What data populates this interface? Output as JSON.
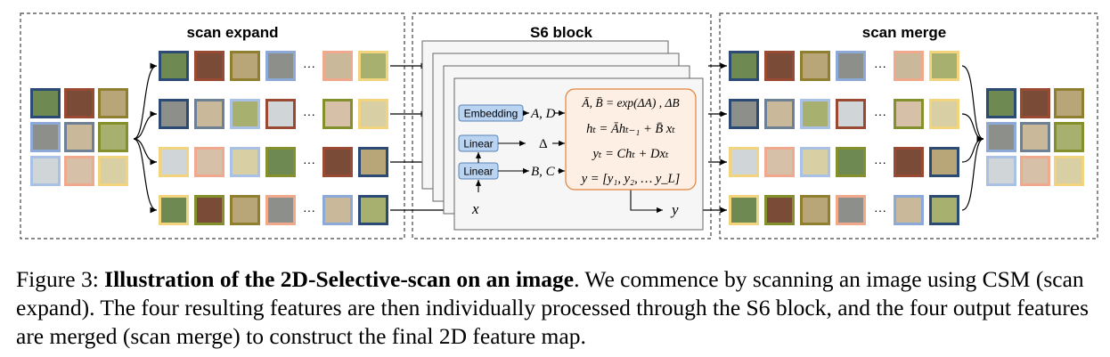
{
  "panels": {
    "scan_expand": "scan expand",
    "s6_block": "S6 block",
    "scan_merge": "scan merge"
  },
  "s6": {
    "embedding": "Embedding",
    "linear1": "Linear",
    "linear2": "Linear",
    "ad": "A, D",
    "delta": "Δ",
    "bc": "B, C",
    "x": "x",
    "y": "y",
    "eq1": "Ā, B̄ = exp(ΔA) , ΔB",
    "eq2": "hₜ = Āhₜ₋₁ + B̄ xₜ",
    "eq3": "yₜ = Chₜ + Dxₜ",
    "eq4": "y = [y₁, y₂, … y_L]"
  },
  "ellipsis": "···",
  "caption": {
    "prefix": "Figure 3: ",
    "bold": "Illustration of the 2D-Selective-scan on an image",
    "rest": ". We commence by scanning an image using CSM (scan expand). The four resulting features are then individually processed through the S6 block, and the four output features are merged (scan merge) to construct the final 2D feature map."
  },
  "colors": {
    "c1": "#2b4a74",
    "c2": "#9a4a33",
    "c3": "#8f7f2e",
    "c4": "#8ca9d8",
    "c5": "#6e8094",
    "c6": "#84902c",
    "c7": "#a9c1e4",
    "c8": "#f0a98c",
    "c9": "#f2d37e",
    "box_fill": "#b9d3f1",
    "box_stroke": "#5b85b8",
    "eq_fill": "#fdefe4",
    "eq_stroke": "#e2823c"
  },
  "patches": {
    "grid": [
      "c1",
      "c2",
      "c3",
      "c4",
      "c5",
      "c6",
      "c7",
      "c8",
      "c9"
    ],
    "rows": [
      [
        "c1",
        "c2",
        "c3",
        "c4",
        "c8",
        "c9"
      ],
      [
        "c1",
        "c5",
        "c7",
        "c2",
        "c6",
        "c9"
      ],
      [
        "c9",
        "c8",
        "c7",
        "c6",
        "c2",
        "c1"
      ],
      [
        "c9",
        "c6",
        "c3",
        "c8",
        "c4",
        "c1"
      ]
    ],
    "thumbs": [
      "#6e8a52",
      "#7a4b37",
      "#b9a678",
      "#8c8f8a",
      "#c9b99a",
      "#a8b070",
      "#d0d6d8",
      "#d7c0a8",
      "#d9cfa5"
    ]
  }
}
